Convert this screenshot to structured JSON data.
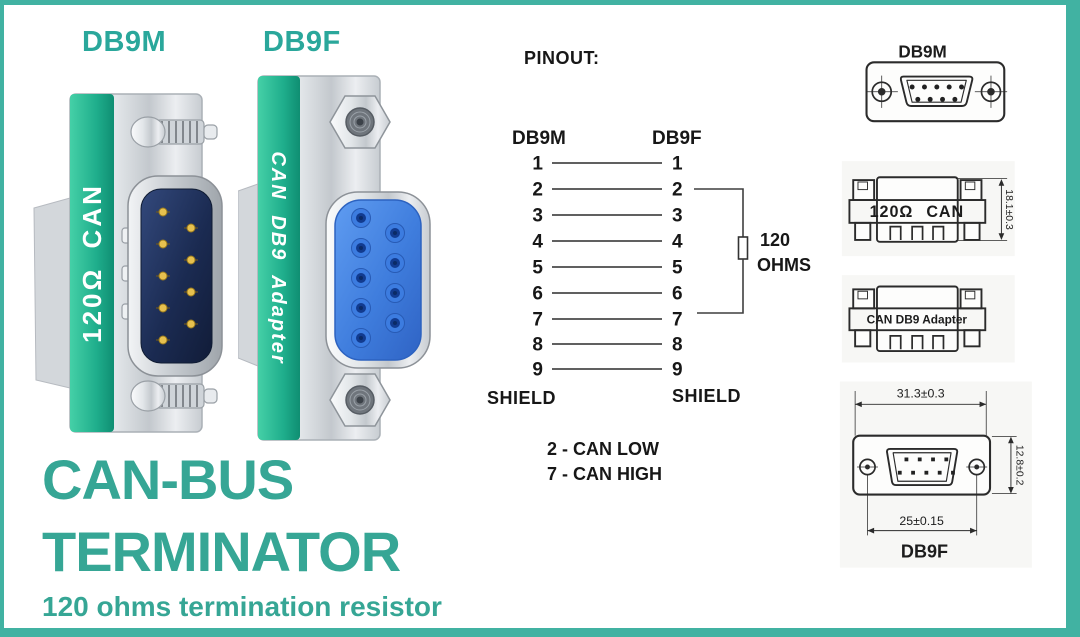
{
  "colors": {
    "accent_text": "#2aa79b",
    "frame_teal": "#41b2a2",
    "band_teal": "#1fae8c",
    "socket_blue": "#4a8ae8",
    "insert_navy": "#1b2b52",
    "pin_gold": "#e7c14f",
    "line_dark": "#2b2b2b"
  },
  "photos": {
    "db9m": {
      "label": "DB9M",
      "band_text": "120Ω CAN"
    },
    "db9f": {
      "label": "DB9F",
      "band_text": "CAN DB9 Adapter"
    }
  },
  "pinout": {
    "title": "PINOUT:",
    "left_header": "DB9M",
    "right_header": "DB9F",
    "pins": [
      "1",
      "2",
      "3",
      "4",
      "5",
      "6",
      "7",
      "8",
      "9"
    ],
    "shield_left": "SHIELD",
    "shield_right": "SHIELD",
    "resistor_value": "120",
    "resistor_unit": "OHMS",
    "note_low": "2 - CAN LOW",
    "note_high": "7 - CAN HIGH"
  },
  "drawings": {
    "face_top": {
      "label": "DB9M"
    },
    "side_top": {
      "band_text": "120Ω CAN",
      "dim_height": "18.1±0.3"
    },
    "side_bottom": {
      "band_text": "CAN DB9 Adapter"
    },
    "face_bottom": {
      "label": "DB9F",
      "dim_width": "31.3±0.3",
      "dim_height": "12.8±0.2",
      "dim_pitch": "25±0.15"
    }
  },
  "footer": {
    "line1": "CAN-BUS",
    "line2": "TERMINATOR",
    "subtitle": "120 ohms termination resistor"
  }
}
